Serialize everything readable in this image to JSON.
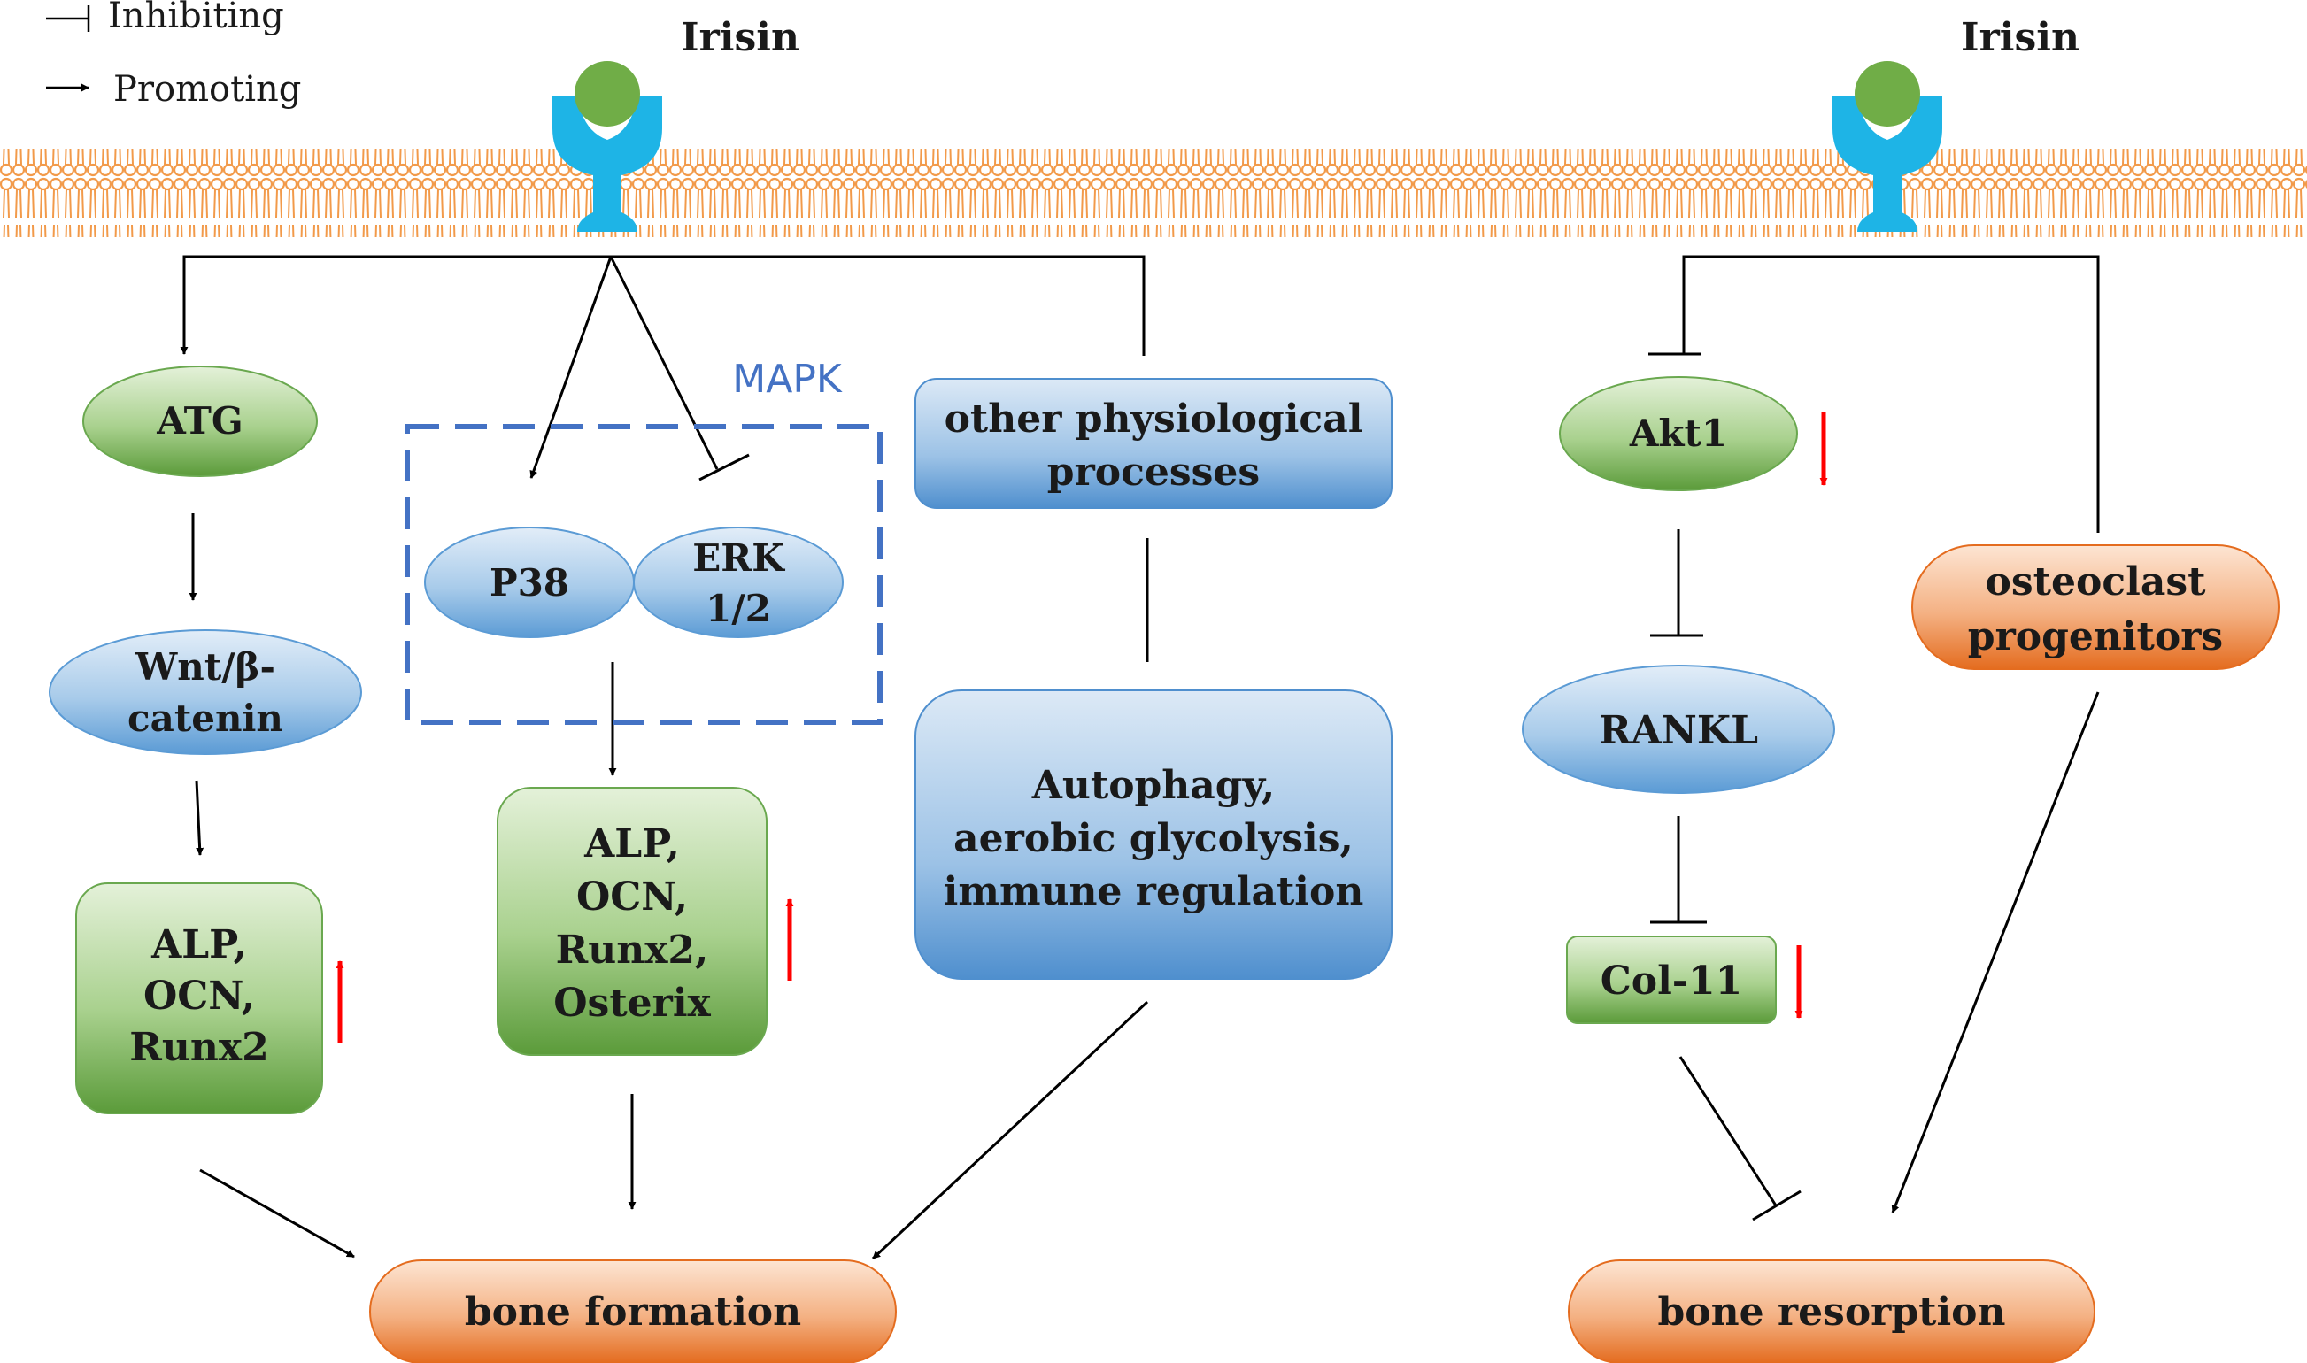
{
  "legend": {
    "inhibiting": "Inhibiting",
    "promoting": "Promoting"
  },
  "ligands": {
    "left": "Irisin",
    "right": "Irisin"
  },
  "mapk_label": "MAPK",
  "nodes": {
    "atg": "ATG",
    "wnt": [
      "Wnt/β-",
      "catenin"
    ],
    "markers_left": [
      "ALP,",
      "OCN,",
      "Runx2"
    ],
    "p38": "P38",
    "erk": [
      "ERK",
      "1/2"
    ],
    "markers_mid": [
      "ALP,",
      "OCN,",
      "Runx2,",
      "Osterix"
    ],
    "other": [
      "other physiological",
      "processes"
    ],
    "autophagy": [
      "Autophagy,",
      "aerobic glycolysis,",
      "immune regulation"
    ],
    "bone_formation": "bone formation",
    "akt1": "Akt1",
    "rankl": "RANKL",
    "col11": "Col-11",
    "progenitors": [
      "osteoclast",
      "progenitors"
    ],
    "bone_resorption": "bone resorption"
  },
  "colors": {
    "green_node": "#70ad47",
    "blue_node": "#5b9bd5",
    "orange_node": "#ed7d31",
    "membrane": "#f4a460",
    "receptor": "#1eb4e6",
    "ligand": "#70ad47",
    "mapk_box": "#4472c4",
    "up_down_arrow": "#ff0000"
  }
}
